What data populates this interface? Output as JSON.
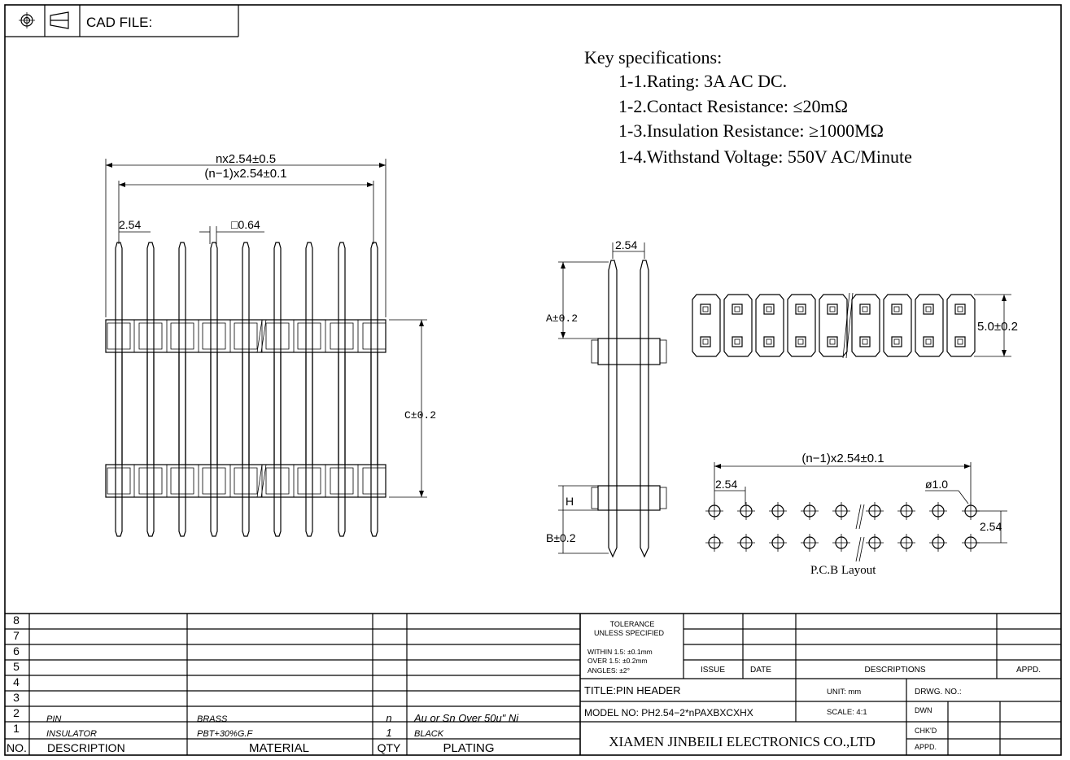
{
  "header": {
    "cad_label": "CAD FILE:"
  },
  "specs": {
    "title": "Key specifications:",
    "items": [
      "1-1.Rating: 3A AC DC.",
      "1-2.Contact Resistance: ≤20mΩ",
      "1-3.Insulation Resistance: ≥1000MΩ",
      "1-4.Withstand Voltage: 550V AC/Minute"
    ]
  },
  "front_view": {
    "dim_overall": "nx2.54±0.5",
    "dim_span": "(n−1)x2.54±0.1",
    "dim_pitch": "2.54",
    "dim_pin": "□0.64",
    "dim_c": "C±0.2"
  },
  "side_view": {
    "dim_pitch": "2.54",
    "dim_a": "A±0.2",
    "dim_h": "H",
    "dim_b": "B±0.2"
  },
  "top_view": {
    "dim_height": "5.0±0.2"
  },
  "pcb": {
    "dim_span": "(n−1)x2.54±0.1",
    "dim_pitch": "2.54",
    "dim_hole": "ø1.0",
    "dim_row": "2.54",
    "caption": "P.C.B Layout"
  },
  "bom": {
    "row_numbers": [
      "8",
      "7",
      "6",
      "5",
      "4",
      "3",
      "2",
      "1"
    ],
    "rows": [
      {
        "no": "2",
        "description": "PIN",
        "material": "BRASS",
        "qty": "n",
        "plating": "Au or Sn Over 50u\" Ni"
      },
      {
        "no": "1",
        "description": "INSULATOR",
        "material": "PBT+30%G.F",
        "qty": "1",
        "plating": "BLACK"
      }
    ],
    "headers": {
      "no": "NO.",
      "description": "DESCRIPTION",
      "material": "MATERIAL",
      "qty": "QTY",
      "plating": "PLATING"
    }
  },
  "title_block": {
    "tolerance_1": "TOLERANCE",
    "tolerance_2": "UNLESS SPECIFIED",
    "within": "WITHIN 1.5: ±0.1mm",
    "over": "OVER 1.5:  ±0.2mm",
    "angles": "ANGLES: ±2°",
    "issue": "ISSUE",
    "date": "DATE",
    "descriptions": "DESCRIPTIONS",
    "appd_header": "APPD.",
    "title": "TITLE:PIN HEADER",
    "unit": "UNIT: mm",
    "drwg_no": "DRWG. NO.:",
    "model": "MODEL  NO: PH2.54−2*nPAXBXCXHX",
    "scale": "SCALE: 4:1",
    "dwn": "DWN",
    "chkd": "CHK'D",
    "appd": "APPD.",
    "company": "XIAMEN JINBEILI ELECTRONICS CO.,LTD"
  }
}
